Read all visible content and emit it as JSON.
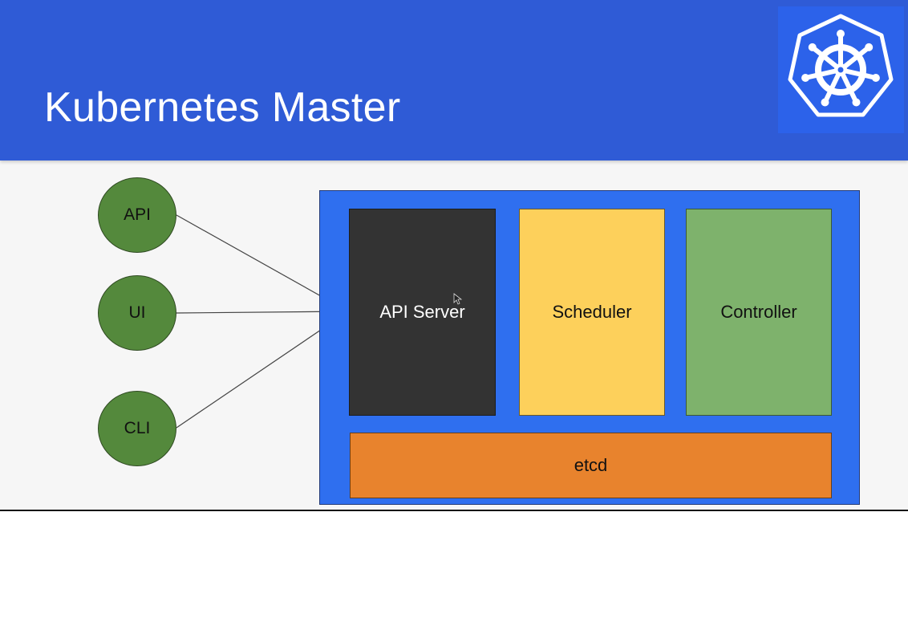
{
  "slide": {
    "title": "Kubernetes Master",
    "logo": {
      "icon": "kubernetes-helm-wheel-icon",
      "color": "#ffffff"
    }
  },
  "clients": [
    {
      "id": "api",
      "label": "API"
    },
    {
      "id": "ui",
      "label": "UI"
    },
    {
      "id": "cli",
      "label": "CLI"
    }
  ],
  "master": {
    "components": {
      "api_server": "API Server",
      "scheduler": "Scheduler",
      "controller": "Controller",
      "etcd": "etcd"
    }
  },
  "colors": {
    "header": "#2f5bd6",
    "client_nodes": "#54893c",
    "master_box": "#2f6fef",
    "api_server": "#333333",
    "scheduler": "#fdd05b",
    "controller": "#7eb26c",
    "etcd": "#e8832d"
  }
}
